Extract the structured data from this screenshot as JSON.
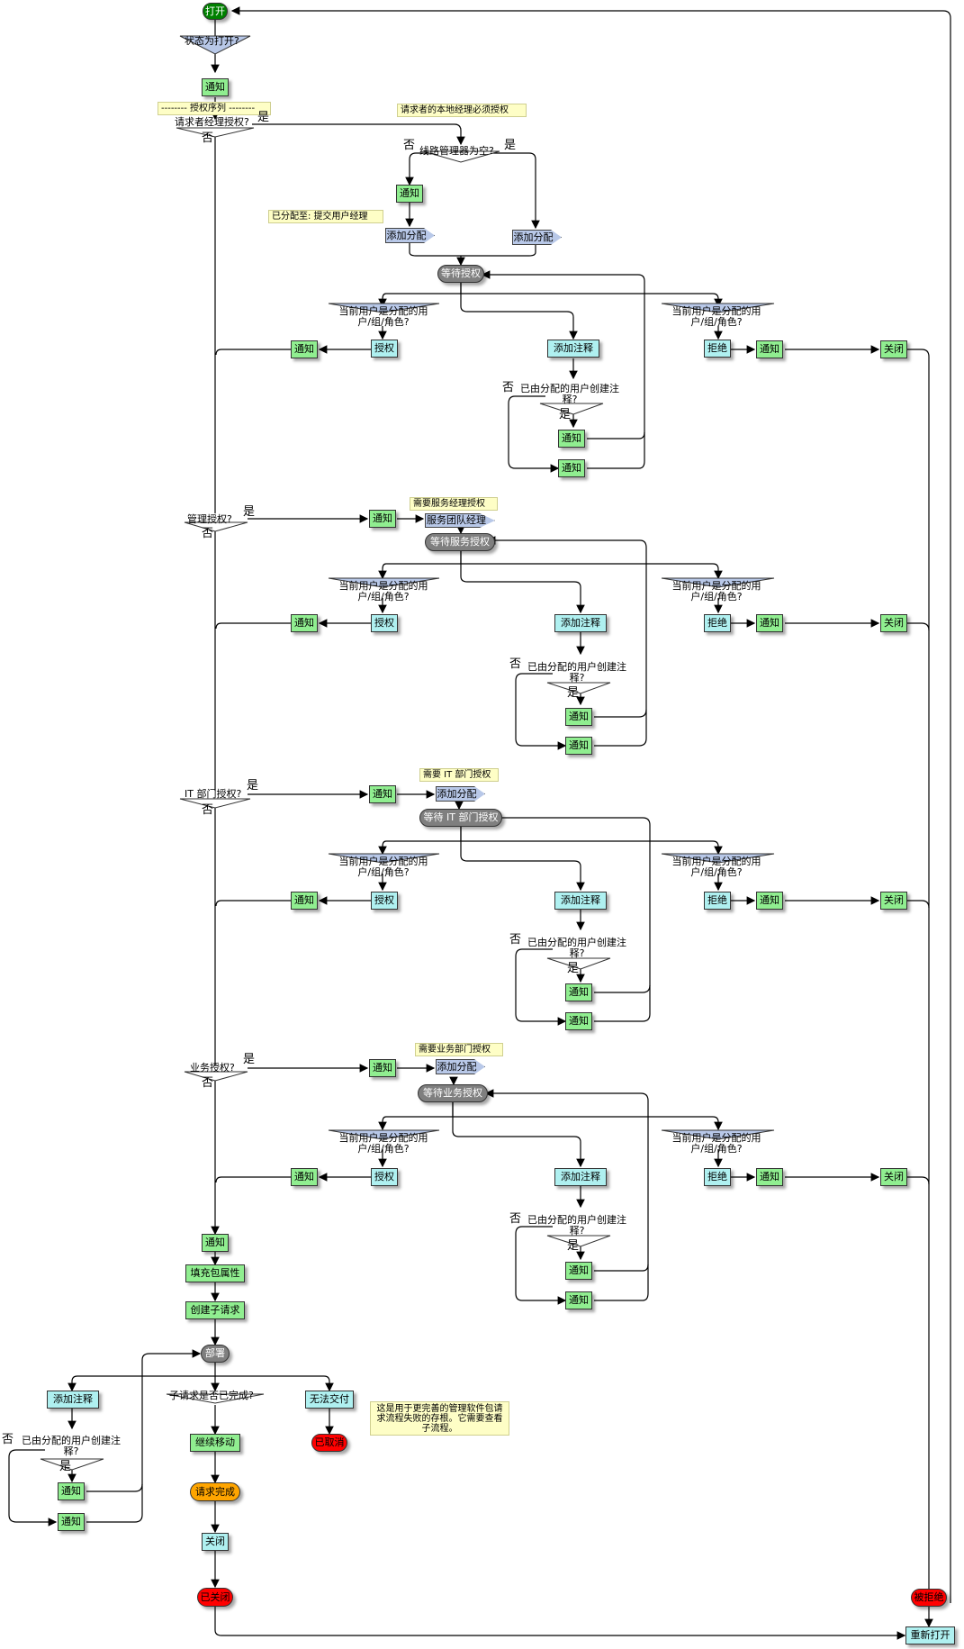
{
  "labels": {
    "open": "打开",
    "state_is_open": "状态为打开?",
    "notify": "通知",
    "auth_sequence_note": "-------- 授权序列 --------",
    "requester_mgr_auth": "请求者经理授权?",
    "local_mgr_note": "请求者的本地经理必须授权",
    "line_mgr_empty": "线路管理器为空?",
    "assigned_to_note": "已分配至: 提交用户经理",
    "add_assignment": "添加分配",
    "wait_auth": "等待授权",
    "current_user_assigned": "当前用户是分配的用户/组/角色?",
    "authorize": "授权",
    "add_comment": "添加注释",
    "reject": "拒绝",
    "close": "关闭",
    "created_by_assigned": "已由分配的用户创建注释?",
    "yes": "是",
    "no": "否",
    "mgmt_auth": "管理授权?",
    "service_mgr_note": "需要服务经理授权",
    "service_team_mgr": "服务团队经理",
    "wait_service_auth": "等待服务授权",
    "it_auth": "IT 部门授权?",
    "it_note": "需要 IT 部门授权",
    "wait_it_auth": "等待 IT 部门授权",
    "biz_auth": "业务授权?",
    "biz_note": "需要业务部门授权",
    "wait_biz_auth": "等待业务授权",
    "fill_pkg": "填充包属性",
    "create_sub": "创建子请求",
    "deploy": "部署",
    "sub_done": "子请求是否已完成?",
    "cannot_deliver": "无法交付",
    "cancelled": "已取消",
    "continue_move": "继续移动",
    "request_complete": "请求完成",
    "closed": "已关闭",
    "rejected": "被拒绝",
    "reopen": "重新打开",
    "stub_note": "这是用于更完善的管理软件包请求流程失败的存根。它需要查看子流程。"
  },
  "colors": {
    "action": "#90ee90",
    "decision_action": "#aff0f0",
    "wait": "#7f7f7f",
    "start": "#008000",
    "end": "#ff0000",
    "complete": "#ffa500",
    "note": "#fefec6",
    "signal": "#b8c8e8"
  }
}
